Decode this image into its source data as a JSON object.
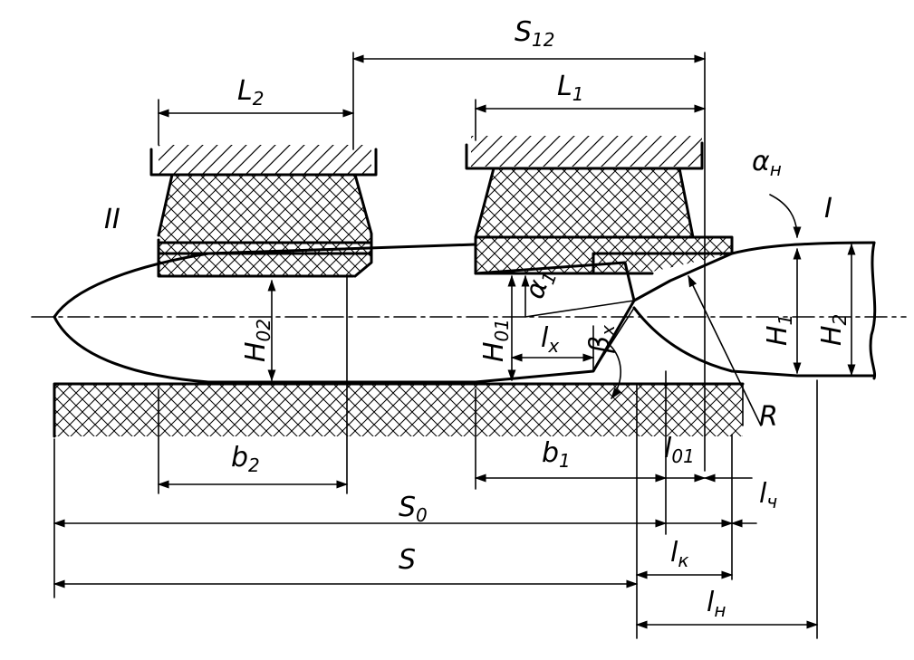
{
  "labels": {
    "S12": {
      "main": "S",
      "sub": "12"
    },
    "L2": {
      "main": "L",
      "sub": "2"
    },
    "L1": {
      "main": "L",
      "sub": "1"
    },
    "alpha_h": {
      "main": "α",
      "sub": "н"
    },
    "roman_II": "II",
    "roman_I": "I",
    "alpha1": {
      "main": "α",
      "sub": "1"
    },
    "H02": {
      "main": "H",
      "sub": "02"
    },
    "H01": {
      "main": "H",
      "sub": "01"
    },
    "lx": {
      "main": "l",
      "sub": "x"
    },
    "beta_x": {
      "main": "β",
      "sub": "x"
    },
    "H1": {
      "main": "H",
      "sub": "1"
    },
    "H2": {
      "main": "H",
      "sub": "2"
    },
    "R": "R",
    "b2": {
      "main": "b",
      "sub": "2"
    },
    "b1": {
      "main": "b",
      "sub": "1"
    },
    "l01": {
      "main": "l",
      "sub": "01"
    },
    "S0": {
      "main": "S",
      "sub": "0"
    },
    "lch": {
      "main": "l",
      "sub": "ч"
    },
    "S": "S",
    "lk": {
      "main": "l",
      "sub": "к"
    },
    "lh": {
      "main": "l",
      "sub": "н"
    }
  }
}
